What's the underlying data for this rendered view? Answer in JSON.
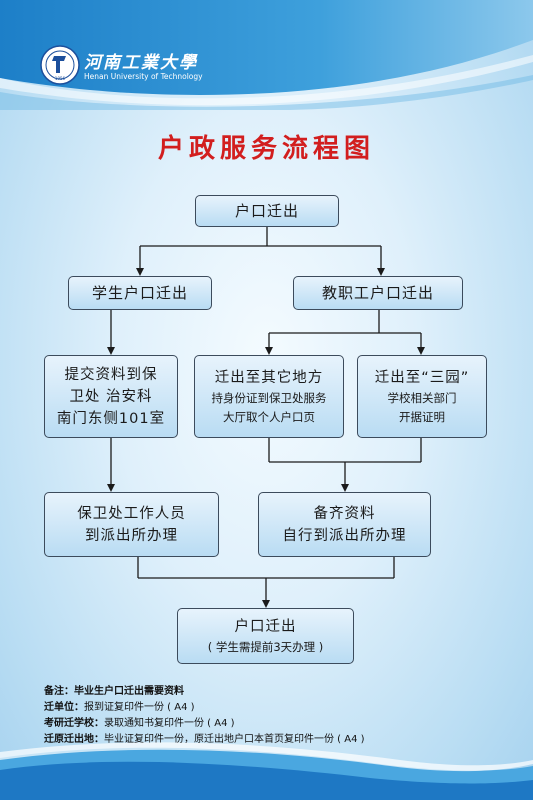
{
  "header": {
    "university_cn": "河南工業大學",
    "university_en": "Henan University of Technology",
    "logo_text": "1956"
  },
  "title": "户政服务流程图",
  "flow": {
    "start": "户口迁出",
    "student": "学生户口迁出",
    "staff": "教职工户口迁出",
    "submit": {
      "line1": "提交资料到保",
      "line2": "卫处 治安科",
      "line3": "南门东侧101室"
    },
    "other_place": {
      "line1": "迁出至其它地方",
      "line2": "持身份证到保卫处服务",
      "line3": "大厅取个人户口页"
    },
    "three_parks": {
      "line1": "迁出至“三园”",
      "line2": "学校相关部门",
      "line3": "开据证明"
    },
    "security_staff": {
      "line1": "保卫处工作人员",
      "line2": "到派出所办理"
    },
    "prepare": {
      "line1": "备齐资料",
      "line2": "自行到派出所办理"
    },
    "end": {
      "line1": "户口迁出",
      "line2": "( 学生需提前3天办理 )"
    }
  },
  "notes": {
    "heading": "备注：毕业生户口迁出需要资料",
    "items": [
      {
        "label": "迁单位：",
        "text": "报到证复印件一份 ( A4 )"
      },
      {
        "label": "考研迁学校：",
        "text": "录取通知书复印件一份 ( A4 )"
      },
      {
        "label": "迁原迁出地：",
        "text": "毕业证复印件一份，原迁出地户口本首页复印件一份 ( A4 )"
      }
    ]
  }
}
